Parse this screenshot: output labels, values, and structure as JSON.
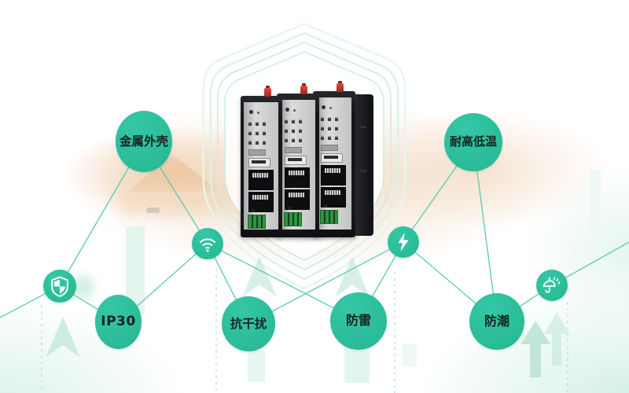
{
  "banner": {
    "theme_colors": {
      "accent_green": "#2ec0a1",
      "connection_line": "#56c8ac",
      "label_text": "#15221e",
      "background_beige": "#f3dbc4",
      "device_body": "#1b1d21",
      "antenna_red": "#c23d30",
      "terminal_green": "#2f9440"
    },
    "features": [
      {
        "id": "metal-shell",
        "label": "金属外壳"
      },
      {
        "id": "high-low-temperature-resistant",
        "label": "耐高低温"
      },
      {
        "id": "ip30",
        "label": "IP30"
      },
      {
        "id": "anti-interference",
        "label": "抗干扰"
      },
      {
        "id": "lightning-protection",
        "label": "防雷"
      },
      {
        "id": "moisture-proof",
        "label": "防潮"
      }
    ],
    "icon_nodes": [
      {
        "id": "shield",
        "icon": "shield-checkered-icon"
      },
      {
        "id": "wifi",
        "icon": "wifi-icon"
      },
      {
        "id": "lightning",
        "icon": "lightning-bolt-icon"
      },
      {
        "id": "umbrella",
        "icon": "umbrella-rain-icon"
      }
    ],
    "devices": {
      "count": 3
    }
  }
}
